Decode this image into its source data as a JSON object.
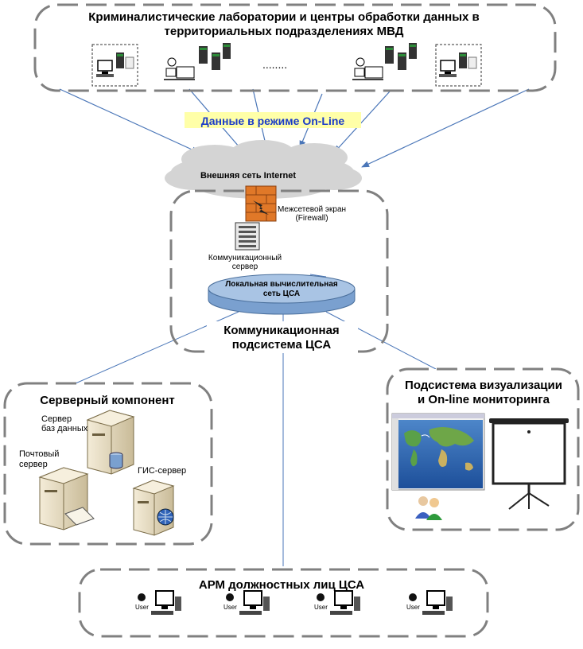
{
  "labs": {
    "title_line1": "Криминалистические лаборатории и центры обработки данных в",
    "title_line2": "территориальных подразделениях МВД",
    "ellipsis": "........"
  },
  "online_label": "Данные в режиме On-Line",
  "internet_label": "Внешняя сеть Internet",
  "firewall": {
    "line1": "Межсетевой экран",
    "line2": "(Firewall)"
  },
  "comm_server": {
    "line1": "Коммуникационный",
    "line2": "сервер"
  },
  "lan": {
    "line1": "Локальная вычислительная",
    "line2": "сеть ЦСА"
  },
  "comm_subsystem": {
    "line1": "Коммуникационная",
    "line2": "подсистема ЦСА"
  },
  "server_component": {
    "title": "Серверный компонент",
    "db_server_line1": "Сервер",
    "db_server_line2": "баз данных",
    "mail_server_line1": "Почтовый",
    "mail_server_line2": "сервер",
    "gis_server": "ГИС-сервер"
  },
  "visualization": {
    "title_line1": "Подсистема визуализации",
    "title_line2": "и On-line мониторинга"
  },
  "arm": {
    "title": "АРМ должностных лиц ЦСА",
    "user_label": "User"
  },
  "colors": {
    "arrow": "#4a76b8",
    "dashed_border": "#808080",
    "online_text": "#1a3bc8",
    "online_bg": "#ffffa8",
    "lan_disk": "#a9c4e4",
    "cloud": "#d4d4d4",
    "firewall": "#e07828"
  }
}
